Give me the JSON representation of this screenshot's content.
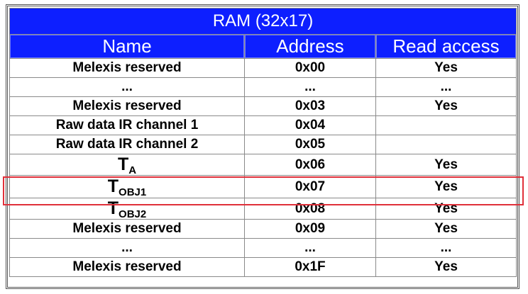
{
  "table": {
    "title": "RAM (32x17)",
    "columns": [
      "Name",
      "Address",
      "Read access"
    ],
    "rows": [
      {
        "name": "Melexis reserved",
        "address": "0x00",
        "read": "Yes"
      },
      {
        "name": "...",
        "address": "...",
        "read": "..."
      },
      {
        "name": "Melexis reserved",
        "address": "0x03",
        "read": "Yes"
      },
      {
        "name": "Raw data IR channel 1",
        "address": "0x04",
        "read": ""
      },
      {
        "name": "Raw data IR channel 2",
        "address": "0x05",
        "read": ""
      },
      {
        "name_main": "T",
        "name_sub": "A",
        "address": "0x06",
        "read": "Yes"
      },
      {
        "name_main": "T",
        "name_sub": "OBJ1",
        "address": "0x07",
        "read": "Yes"
      },
      {
        "name_main": "T",
        "name_sub": "OBJ2",
        "address": "0x08",
        "read": "Yes"
      },
      {
        "name": "Melexis reserved",
        "address": "0x09",
        "read": "Yes"
      },
      {
        "name": "...",
        "address": "...",
        "read": "..."
      },
      {
        "name": "Melexis reserved",
        "address": "0x1F",
        "read": "Yes"
      }
    ]
  },
  "colors": {
    "header_blue": "#0d1fff",
    "highlight_red": "#e0303a"
  }
}
